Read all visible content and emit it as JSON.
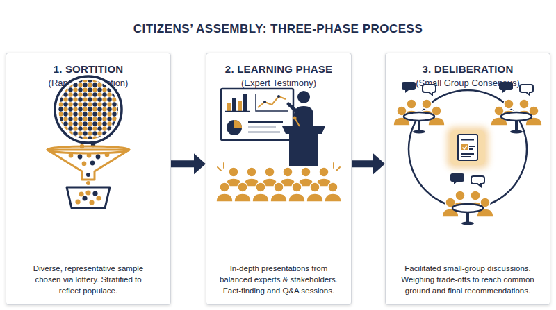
{
  "diagram": {
    "title": "CITIZENS’ ASSEMBLY: THREE-PHASE PROCESS",
    "nodes": [
      {
        "text": [
          "1. SORTITION",
          "(Random Selection)",
          "Diverse, representative sample chosen via lottery. Stratified to reflect populace."
        ]
      },
      {
        "text": [
          "2. LEARNING PHASE",
          "(Expert Testimony)",
          "In-depth presentations from balanced experts & stakeholders. Fact-finding and Q&A sessions."
        ]
      },
      {
        "text": [
          "3. DELIBERATION",
          "(Small Group Consensus)",
          "Facilitated small-group discussions. Weighing trade-offs to reach common ground and final recommendations."
        ]
      }
    ],
    "edges": [
      {
        "from": 0,
        "to": 1,
        "arrow": "to"
      },
      {
        "from": 1,
        "to": 2,
        "arrow": "to"
      }
    ]
  }
}
